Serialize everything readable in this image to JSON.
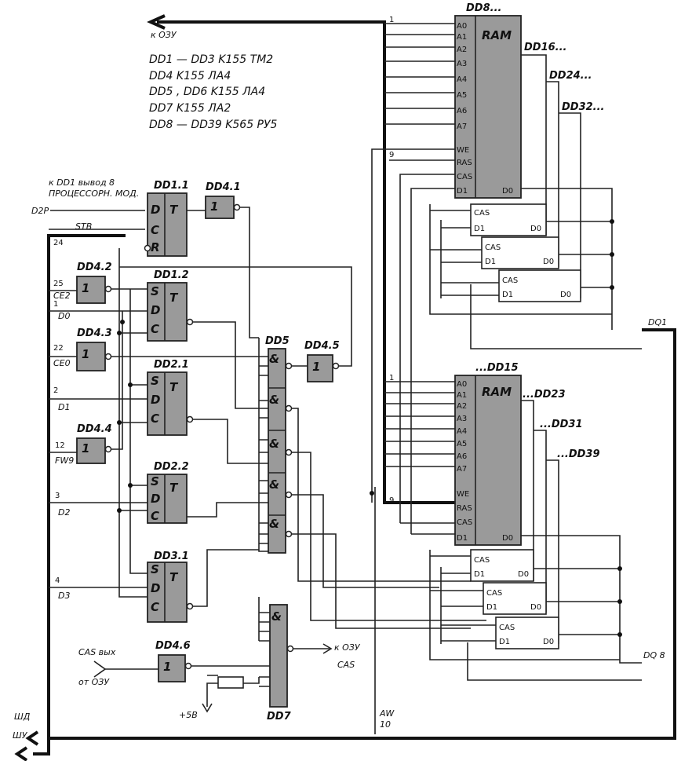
{
  "legend": [
    "DD1 — DD3 K155 TM2",
    "DD4 K155 ЛА4",
    "DD5 , DD6 K155 ЛА4",
    "DD7 K155 ЛА2",
    "DD8 — DD39 K565 РУ5"
  ],
  "bus_label_top": "к ОЗУ",
  "note_dd1": "к DD1 вывод 8",
  "note_proc": "ПРОЦЕССОРН. МОД.",
  "chips": {
    "dd1_1": {
      "name": "DD1.1",
      "func": "T",
      "inputs": [
        "D",
        "C",
        "R"
      ]
    },
    "dd1_2": {
      "name": "DD1.2",
      "func": "T",
      "inputs": [
        "S",
        "D",
        "C"
      ]
    },
    "dd2_1": {
      "name": "DD2.1",
      "func": "T",
      "inputs": [
        "S",
        "D",
        "C"
      ]
    },
    "dd2_2": {
      "name": "DD2.2",
      "func": "T",
      "inputs": [
        "S",
        "D",
        "C"
      ]
    },
    "dd3_1": {
      "name": "DD3.1",
      "func": "T",
      "inputs": [
        "S",
        "D",
        "C"
      ]
    },
    "dd4_1": {
      "name": "DD4.1",
      "func": "1"
    },
    "dd4_2": {
      "name": "DD4.2",
      "func": "1"
    },
    "dd4_3": {
      "name": "DD4.3",
      "func": "1"
    },
    "dd4_4": {
      "name": "DD4.4",
      "func": "1"
    },
    "dd4_5": {
      "name": "DD4.5",
      "func": "1"
    },
    "dd4_6": {
      "name": "DD4.6",
      "func": "1"
    },
    "dd5": {
      "name": "DD5",
      "func": "&"
    },
    "dd7": {
      "name": "DD7",
      "func": "&"
    },
    "dd8": {
      "name": "DD8...",
      "func": "RAM",
      "pins_left": [
        "A0",
        "A1",
        "A2",
        "A3",
        "A4",
        "A5",
        "A6",
        "A7",
        "WE",
        "RAS",
        "CAS",
        "D1"
      ],
      "out": "D0"
    },
    "dd15": {
      "name": "...DD15",
      "func": "RAM",
      "pins_left": [
        "A0",
        "A1",
        "A2",
        "A3",
        "A4",
        "A5",
        "A6",
        "A7",
        "WE",
        "RAS",
        "CAS",
        "D1"
      ],
      "out": "D0"
    },
    "dd16": {
      "name": "DD16..."
    },
    "dd24": {
      "name": "DD24..."
    },
    "dd32": {
      "name": "DD32..."
    },
    "dd23": {
      "name": "...DD23"
    },
    "dd31": {
      "name": "...DD31"
    },
    "dd39": {
      "name": "...DD39"
    }
  },
  "signals": {
    "d2p": "D2P",
    "stb": "STB",
    "n24": "24",
    "n25": "25",
    "n1": "1",
    "n2": "2",
    "n3": "3",
    "n4": "4",
    "n12": "12",
    "n22": "22",
    "ce2": "CE2",
    "d0": "D0",
    "ce0": "CE0",
    "d1": "D1",
    "fw9": "FW9",
    "d2": "D2",
    "d3": "D3",
    "cas_out": "CAS вых",
    "from_ram": "от ОЗУ",
    "to_ram_cas": "к ОЗУ",
    "cas_label": "CAS",
    "plus5": "+5В",
    "dq1": "DQ1",
    "dq8": "DQ 8",
    "aw": "AW",
    "n10": "10",
    "shd": "ШД",
    "shu": "ШУ",
    "n9": "9"
  }
}
